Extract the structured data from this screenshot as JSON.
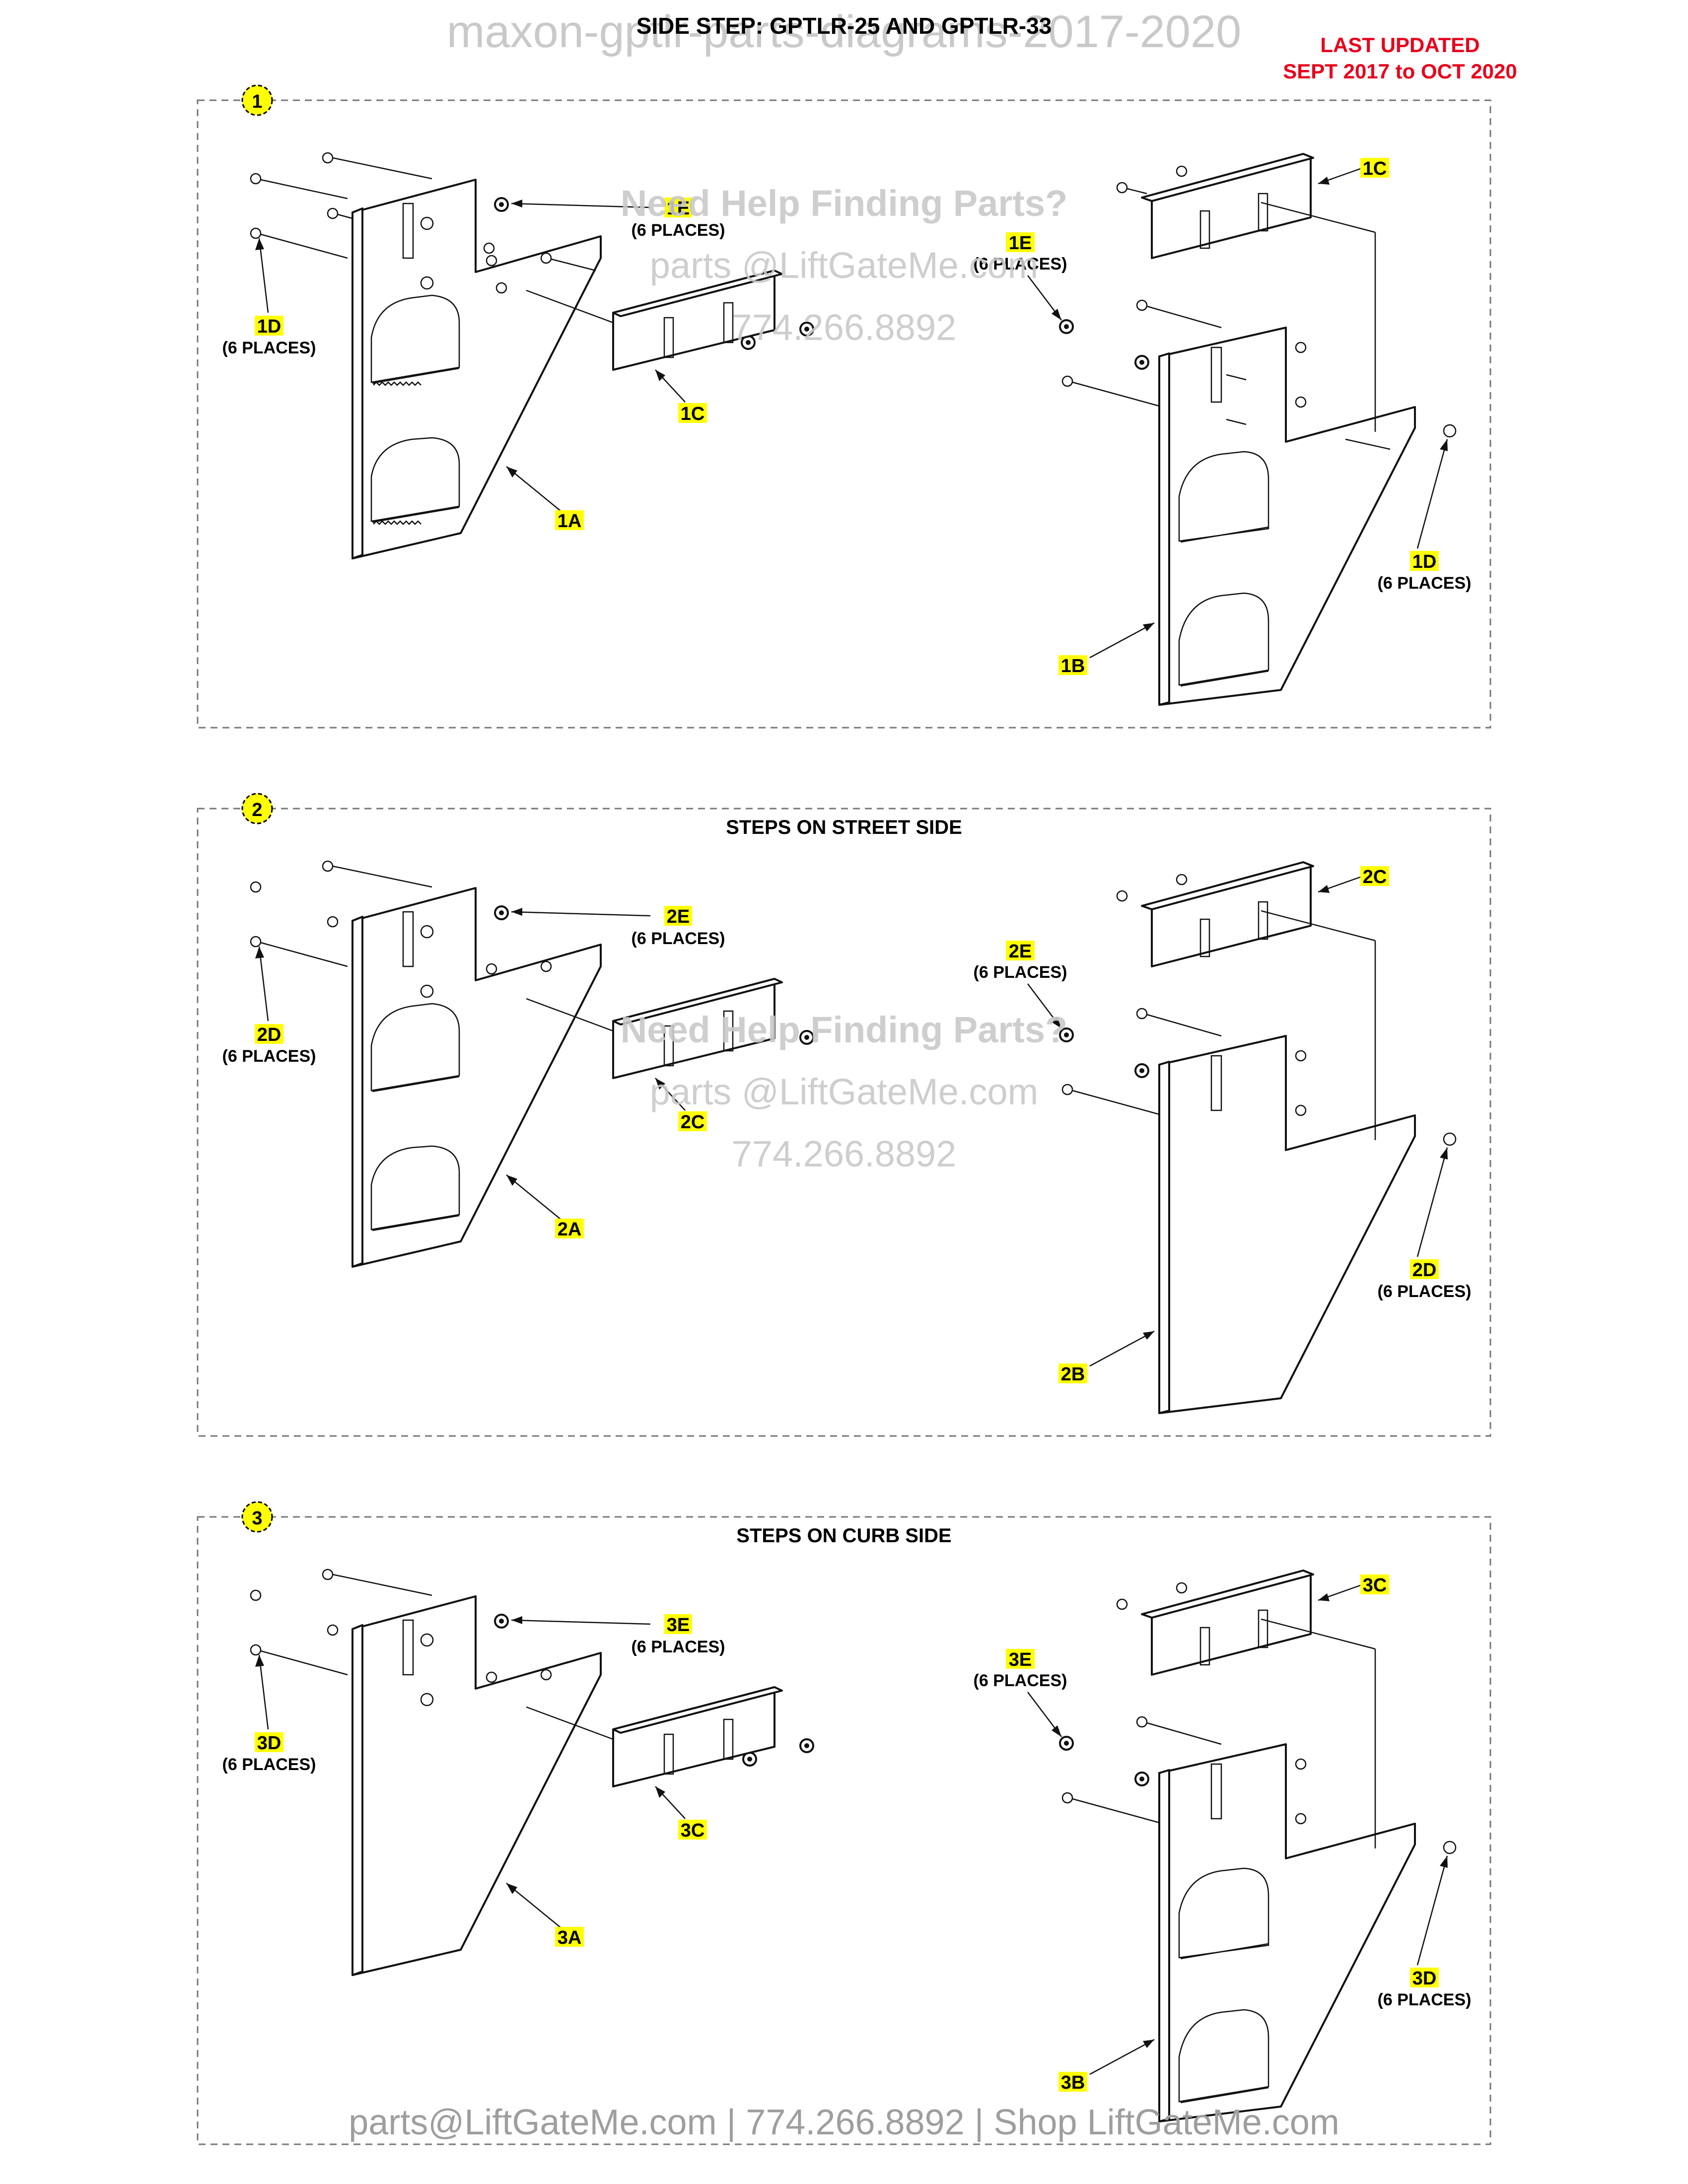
{
  "title": "SIDE STEP: GPTLR-25 AND GPTLR-33",
  "updated": [
    "LAST UPDATED",
    "SEPT 2017 to OCT 2020"
  ],
  "watermarks": {
    "top": "maxon-gptlr-parts-diagrams-2017-2020",
    "help": "Need Help Finding Parts?",
    "email": "parts @LiftGateMe.com",
    "phone": "774.266.8892",
    "footer": "parts@LiftGateMe.com | 774.266.8892 | Shop LiftGateMe.com"
  },
  "colors": {
    "highlight": "#ffff00",
    "red": "#e8001c",
    "border": "#777777"
  },
  "panels": [
    {
      "num": "1",
      "subtitle": "",
      "callouts": {
        "left_e": "1E",
        "left_e_sub": "(6 PLACES)",
        "left_d": "1D",
        "left_d_sub": "(6 PLACES)",
        "left_c": "1C",
        "left_a": "1A",
        "right_c": "1C",
        "right_e": "1E",
        "right_e_sub": "(6 PLACES)",
        "right_d": "1D",
        "right_d_sub": "(6 PLACES)",
        "right_b": "1B"
      }
    },
    {
      "num": "2",
      "subtitle": "STEPS ON STREET SIDE",
      "callouts": {
        "left_e": "2E",
        "left_e_sub": "(6 PLACES)",
        "left_d": "2D",
        "left_d_sub": "(6 PLACES)",
        "left_c": "2C",
        "left_a": "2A",
        "right_c": "2C",
        "right_e": "2E",
        "right_e_sub": "(6 PLACES)",
        "right_d": "2D",
        "right_d_sub": "(6 PLACES)",
        "right_b": "2B"
      }
    },
    {
      "num": "3",
      "subtitle": "STEPS ON CURB SIDE",
      "callouts": {
        "left_e": "3E",
        "left_e_sub": "(6 PLACES)",
        "left_d": "3D",
        "left_d_sub": "(6 PLACES)",
        "left_c": "3C",
        "left_a": "3A",
        "right_c": "3C",
        "right_e": "3E",
        "right_e_sub": "(6 PLACES)",
        "right_d": "3D",
        "right_d_sub": "(6 PLACES)",
        "right_b": "3B"
      }
    }
  ]
}
